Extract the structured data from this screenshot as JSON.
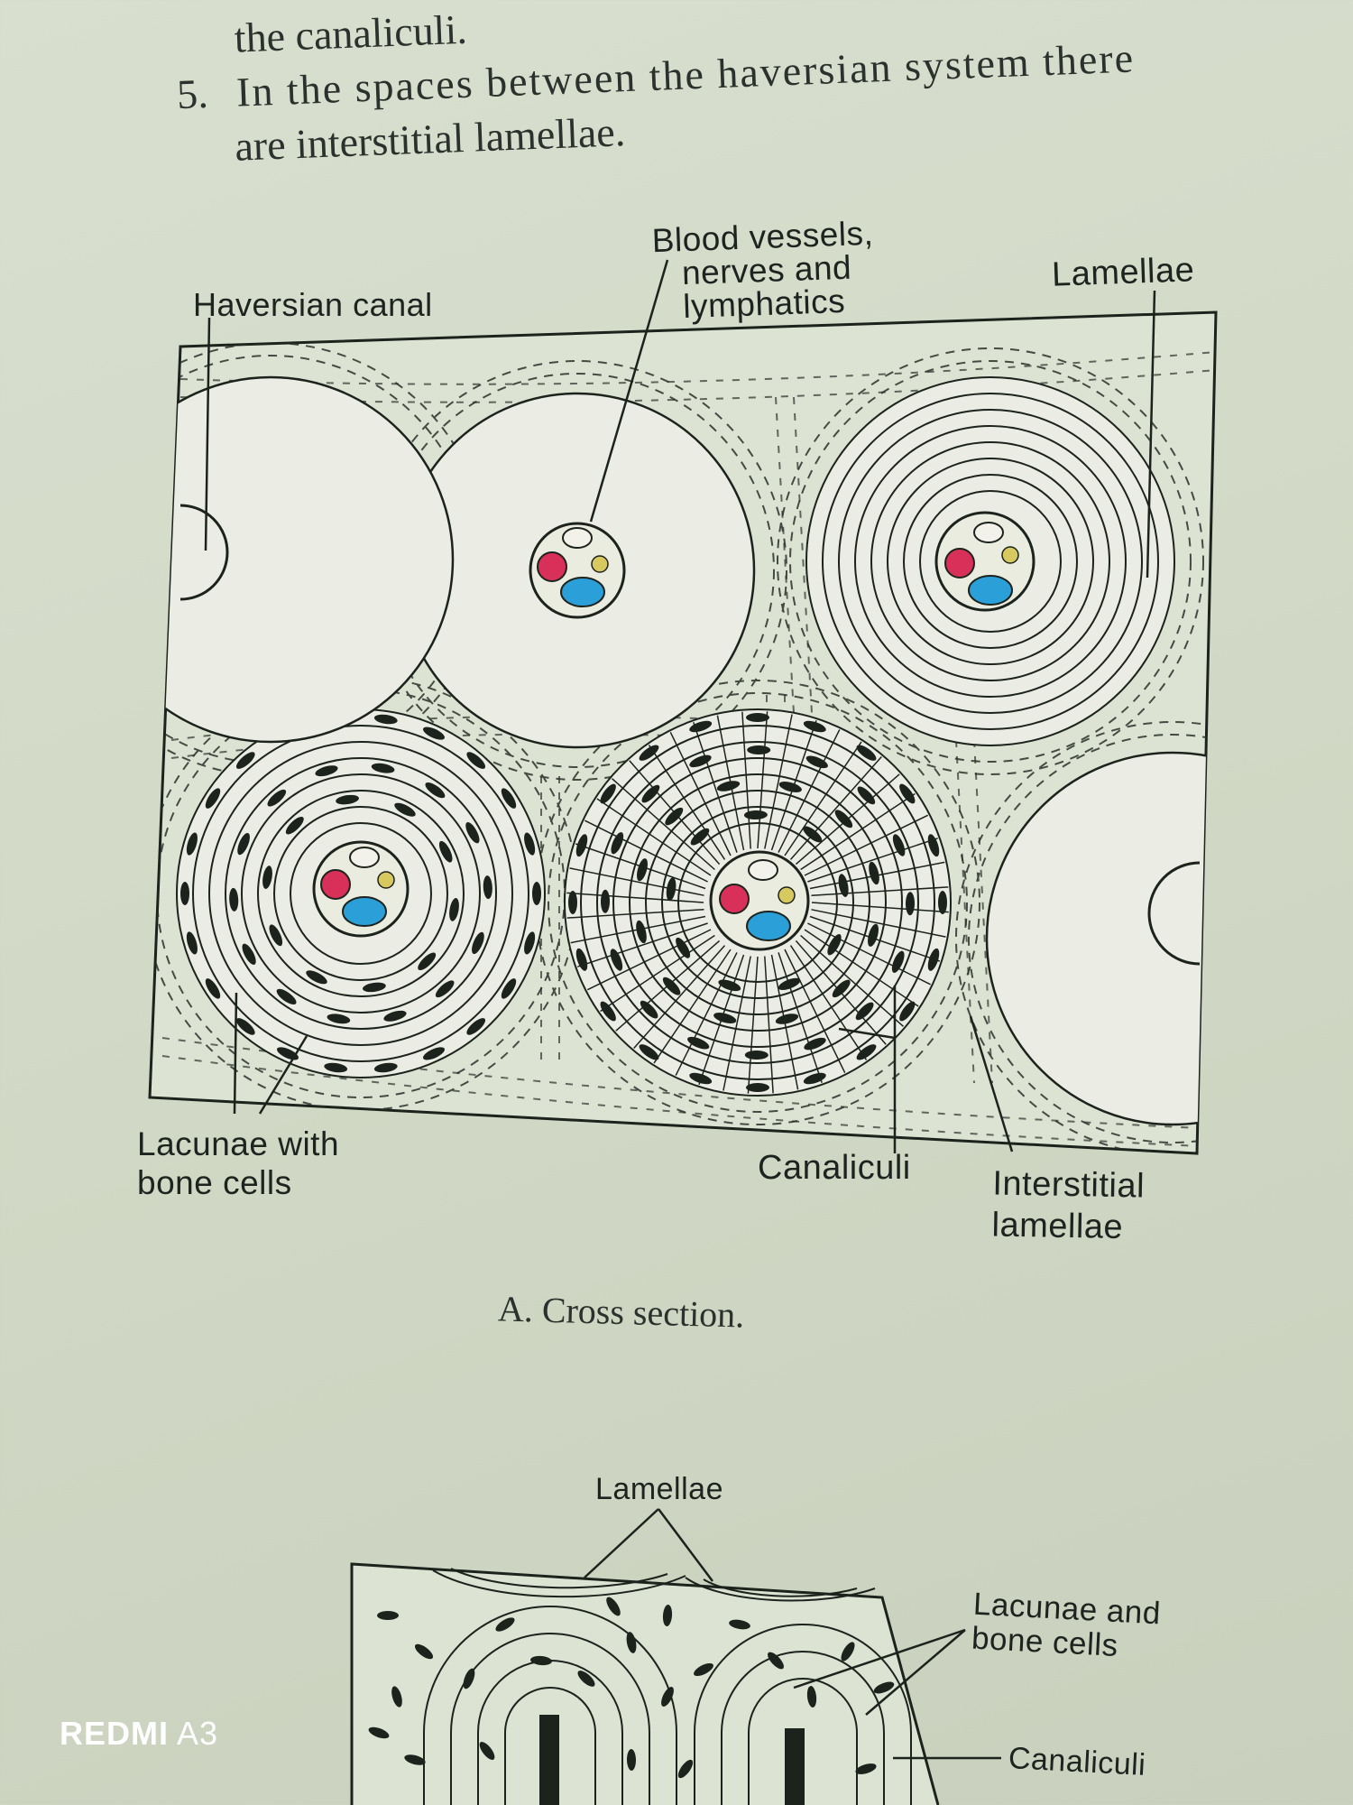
{
  "body_text": {
    "line1": "the canaliculi.",
    "item_number": "5.",
    "line2": "In the spaces between the haversian system there",
    "line3": "are interstitial lamellae."
  },
  "figure_a": {
    "labels": {
      "blood_vessels": [
        "Blood vessels,",
        "nerves and",
        "lymphatics"
      ],
      "haversian_canal": "Haversian canal",
      "lamellae": "Lamellae",
      "lacunae": [
        "Lacunae with",
        "bone cells"
      ],
      "canaliculi": "Canaliculi",
      "interstitial": [
        "Interstitial",
        "lamellae"
      ]
    },
    "caption": "A. Cross section."
  },
  "figure_b": {
    "labels": {
      "lamellae": "Lamellae",
      "lacunae": [
        "Lacunae and",
        "bone cells"
      ],
      "canaliculi": "Canaliculi"
    }
  },
  "watermark": {
    "brand": "REDMI",
    "model": "A3"
  },
  "colors": {
    "artery": "#d9305a",
    "vein": "#2b9fd8",
    "nerve": "#f2f2ea",
    "lymph": "#d8c860",
    "ink": "#1c231d"
  }
}
